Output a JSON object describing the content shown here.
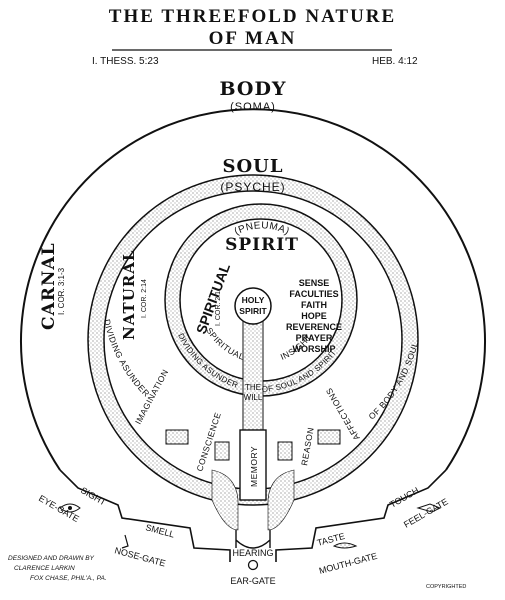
{
  "title": {
    "line1": "THE THREEFOLD NATURE",
    "line2": "OF MAN"
  },
  "references": {
    "left": "I. THESS. 5:23",
    "right": "HEB. 4:12"
  },
  "body": {
    "label": "BODY",
    "sub": "(SOMA)"
  },
  "soul": {
    "label": "SOUL",
    "sub": "(PSYCHE)"
  },
  "spirit": {
    "label": "SPIRIT",
    "sub": "(PNEUMA)",
    "spiritual": "SPIRITUAL",
    "ref": "I. COR. 2:1. "
  },
  "holy_spirit": {
    "line1": "HOLY",
    "line2": "SPIRIT"
  },
  "spirit_faculties": [
    "SENSE",
    "FACULTIES",
    "FAITH",
    "HOPE",
    "REVERENCE",
    "PRAYER",
    "WORSHIP"
  ],
  "carnal": {
    "label": "CARNAL",
    "ref": "I. COR. 3:1-3"
  },
  "natural": {
    "label": "NATURAL",
    "ref": "I. COR. 2:14"
  },
  "dividing": {
    "soul_left": "DIVIDING ASUNDER",
    "soul_right": "OF BODY AND SOUL",
    "spirit_left": "DIVIDING ASUNDER",
    "spirit_right": "OF SOUL AND SPIRIT"
  },
  "insight": {
    "spiritual": "SPIRITUAL",
    "insight": "INSIGHT"
  },
  "will": {
    "line1": "THE",
    "line2": "WILL"
  },
  "soul_faculties": {
    "imagination": "IMAGINATION",
    "conscience": "CONSCIENCE",
    "memory": "MEMORY",
    "reason": "REASON",
    "affections": "AFFECTIONS"
  },
  "senses": {
    "sight": "SIGHT",
    "eye_gate": "EYE-GATE",
    "smell": "SMELL",
    "nose_gate": "NOSE-GATE",
    "hearing": "HEARING",
    "ear_gate": "EAR-GATE",
    "taste": "TASTE",
    "mouth_gate": "MOUTH-GATE",
    "touch": "TOUCH",
    "feel_gate": "FEEL-GATE"
  },
  "credit": {
    "line1": "DESIGNED AND DRAWN BY",
    "line2": "CLARENCE LARKIN",
    "line3": "FOX CHASE, PHIL'A., PA."
  },
  "copyright": "COPYRIGHTED"
}
